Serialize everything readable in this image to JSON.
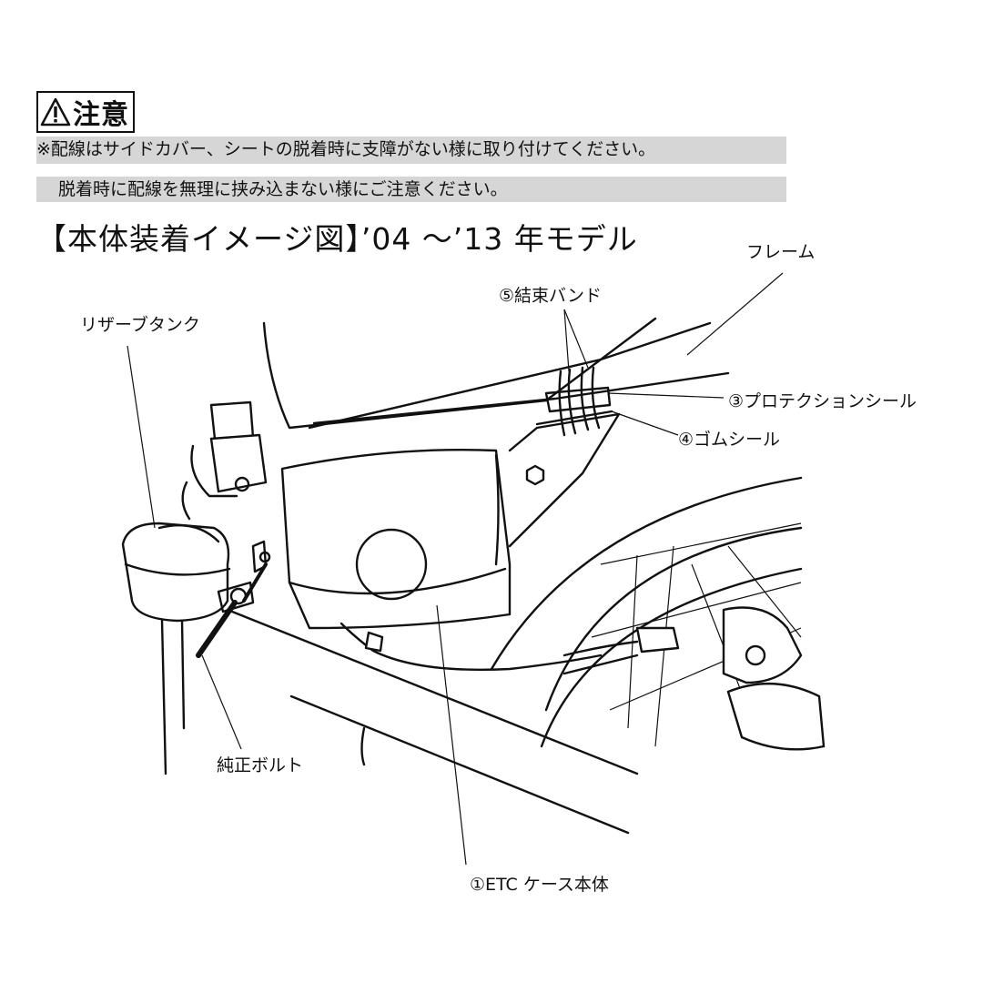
{
  "caution": {
    "icon": "warning-triangle-icon",
    "title": "注意"
  },
  "notes": {
    "line1": "※配線はサイドカバー、シートの脱着時に支障がない様に取り付けてください。",
    "line2": "脱着時に配線を無理に挟み込まない様にご注意ください。"
  },
  "heading": "【本体装着イメージ図】’04 ～’13 年モデル",
  "labels": {
    "frame": "フレーム",
    "band": "⑤結束バンド",
    "reservoir": "リザーブタンク",
    "protection_seal": "③プロテクションシール",
    "rubber_seal": "④ゴムシール",
    "oem_bolt": "純正ボルト",
    "etc_case": "①ETC ケース本体"
  }
}
